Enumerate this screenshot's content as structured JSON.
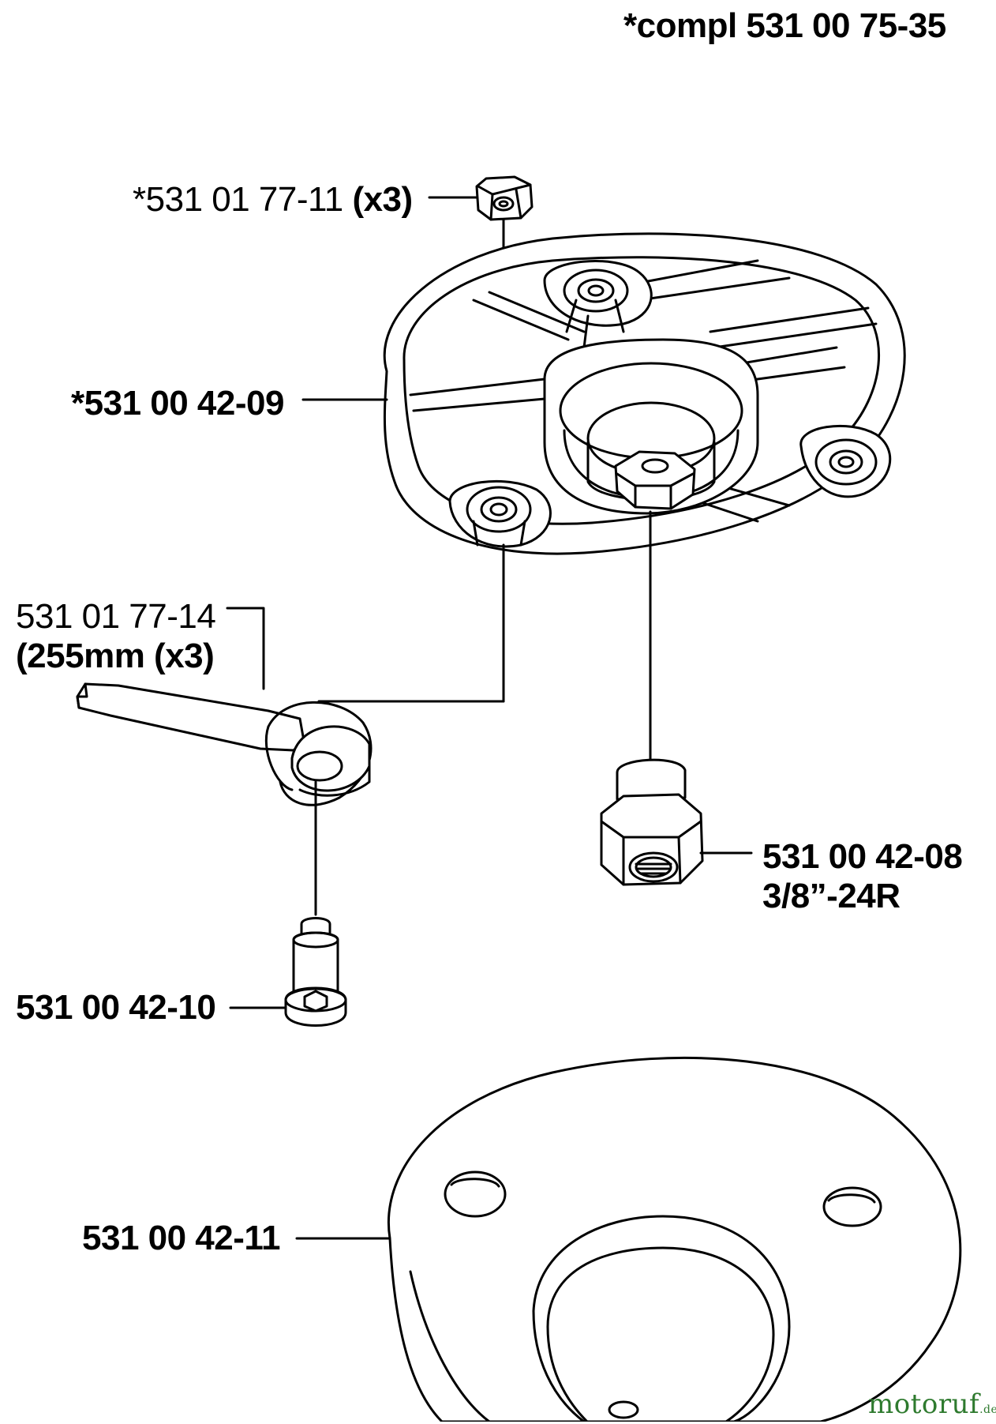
{
  "title": "*compl 531 00 75-35",
  "parts": {
    "nut_prefix": "*531 01 77-11",
    "nut_qty": "(x3)",
    "head": "*531 00 42-09",
    "blade_number": "531 01 77-14",
    "blade_spec": "(255mm (x3)",
    "center_nut": "531 00 42-08",
    "center_nut_thread": "3/8”-24R",
    "bolt": "531 00 42-10",
    "disc": "531 00 42-11"
  },
  "watermark": {
    "name": "motoruf",
    "tld": ".de"
  },
  "colors": {
    "line": "#000000",
    "background": "#ffffff",
    "watermark": "#2e7a2e"
  }
}
